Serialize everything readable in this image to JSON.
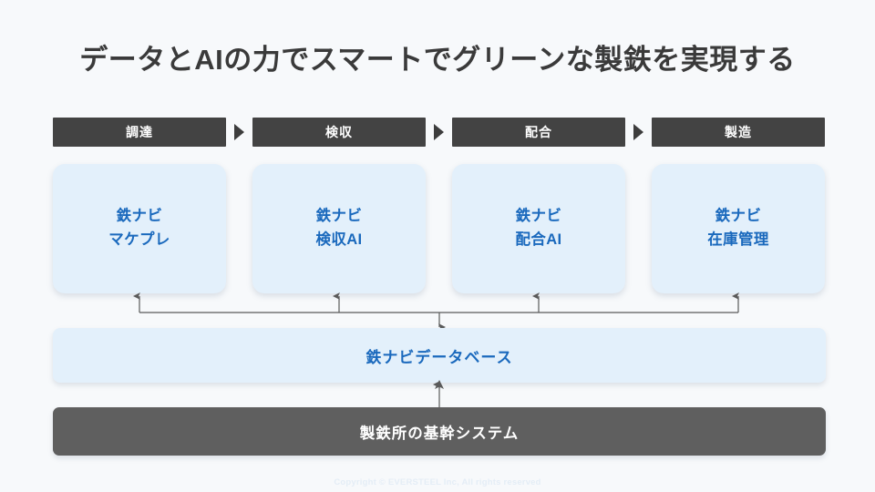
{
  "page": {
    "title": "データとAIの力でスマートでグリーンな製鉄を実現する",
    "background_color": "#f7f9fb"
  },
  "colors": {
    "stage_header_bg": "#434343",
    "stage_header_text": "#ffffff",
    "card_bg": "#e3f0fb",
    "card_text": "#1a69bd",
    "core_system_bg": "#5f5f5f",
    "core_system_text": "#ffffff",
    "connector_line": "#5a5a5a",
    "title_text": "#3a3a3a",
    "footer_text": "#e4edf6"
  },
  "process_flow": {
    "separator_icon": "triangle-right-icon",
    "stages": [
      {
        "header": "調達",
        "card": {
          "line1": "鉄ナビ",
          "line2": "マケプレ"
        }
      },
      {
        "header": "検収",
        "card": {
          "line1": "鉄ナビ",
          "line2": "検収AI"
        }
      },
      {
        "header": "配合",
        "card": {
          "line1": "鉄ナビ",
          "line2": "配合AI"
        }
      },
      {
        "header": "製造",
        "card": {
          "line1": "鉄ナビ",
          "line2": "在庫管理"
        }
      }
    ]
  },
  "database": {
    "label": "鉄ナビデータベース"
  },
  "core_system": {
    "label": "製鉄所の基幹システム"
  },
  "footer": {
    "copyright": "Copyright © EVERSTEEL Inc, All rights reserved"
  }
}
